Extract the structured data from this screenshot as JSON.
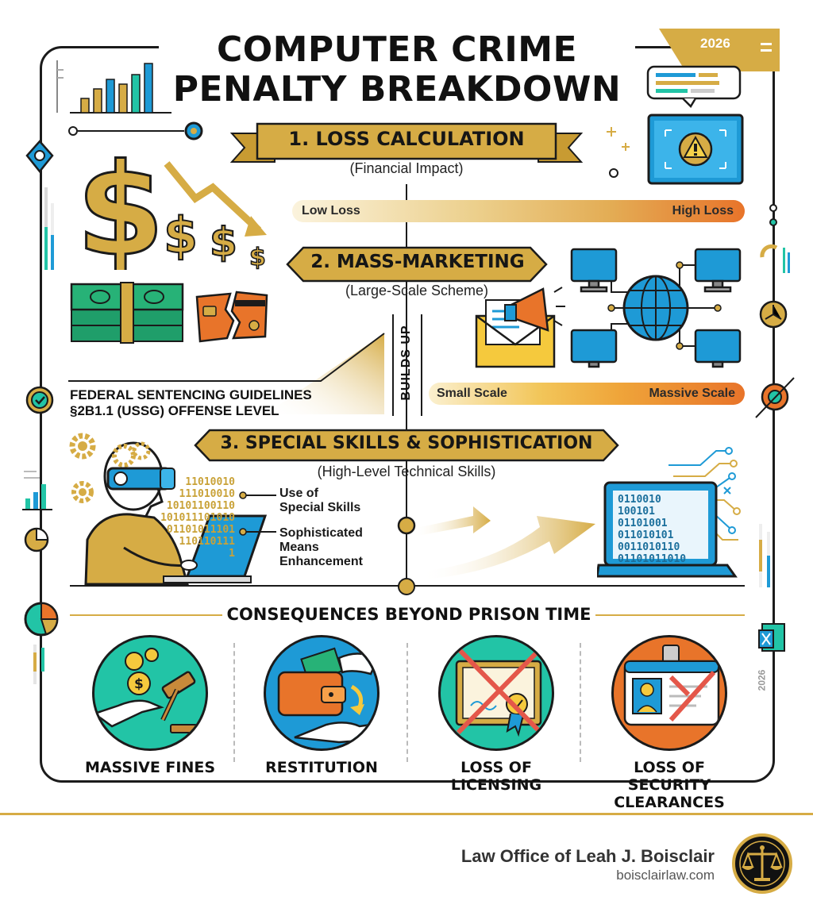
{
  "header": {
    "title_line1": "COMPUTER CRIME",
    "title_line2": "PENALTY BREAKDOWN",
    "year": "2026",
    "side_year": "2026"
  },
  "section1": {
    "banner": "1. LOSS CALCULATION",
    "subtitle": "(Financial Impact)",
    "scale_low": "Low Loss",
    "scale_high": "High Loss"
  },
  "section2": {
    "banner": "2. MASS-MARKETING",
    "subtitle": "(Large-Scale Scheme)",
    "scale_low": "Small Scale",
    "scale_high": "Massive Scale",
    "builds_up": "BUILDS UP",
    "guidelines_line1": "FEDERAL SENTENCING GUIDELINES",
    "guidelines_line2": "§2B1.1 (USSG) OFFENSE LEVEL"
  },
  "section3": {
    "banner": "3. SPECIAL SKILLS & SOPHISTICATION",
    "subtitle": "(High-Level Technical Skills)",
    "label1_line1": "Use of",
    "label1_line2": "Special Skills",
    "label2_line1": "Sophisticated",
    "label2_line2": "Means",
    "label2_line3": "Enhancement",
    "bits_left": [
      "11010010",
      "111010010",
      "10101100110",
      "101011101010",
      "01101011101",
      "110110111",
      "1"
    ],
    "bits_right": [
      "0110010",
      "100101",
      "01101001",
      "011010101",
      "0011010110",
      "01101011010"
    ]
  },
  "consequences": {
    "title": "CONSEQUENCES BEYOND PRISON TIME",
    "items": [
      {
        "line1": "MASSIVE FINES",
        "line2": ""
      },
      {
        "line1": "RESTITUTION",
        "line2": ""
      },
      {
        "line1": "LOSS OF",
        "line2": "LICENSING"
      },
      {
        "line1": "LOSS OF SECURITY",
        "line2": "CLEARANCES"
      }
    ]
  },
  "footer": {
    "firm": "Law Office of Leah J. Boisclair",
    "url": "boisclairlaw.com"
  },
  "colors": {
    "gold": "#d6ac45",
    "orange": "#e8742a",
    "blue": "#1e9ad6",
    "teal": "#22c4a6",
    "dark": "#1b1b1b"
  }
}
